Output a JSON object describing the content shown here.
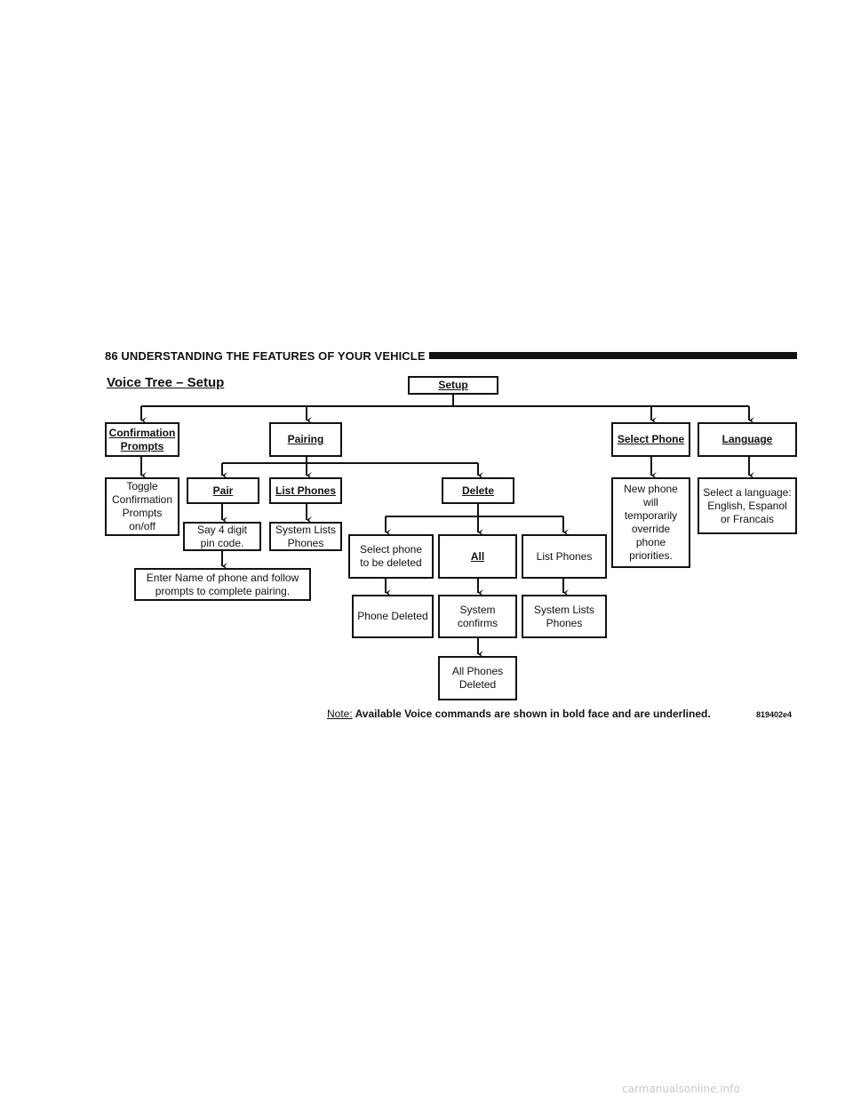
{
  "header": {
    "text": "86   UNDERSTANDING THE FEATURES OF YOUR VEHICLE"
  },
  "diagram": {
    "title": "Voice Tree – Setup",
    "nodes": {
      "setup": "Setup",
      "confirmation_prompts": "Confirmation\n     Prompts",
      "pairing": "Pairing",
      "select_phone": "Select Phone",
      "language": "Language",
      "toggle_confirmation": "Toggle\nConfirmation\n   Prompts\n   on/off",
      "pair": "Pair",
      "list_phones_cmd": "List Phones",
      "delete": "Delete",
      "new_phone_override": "New phone\n     will\ntemporarily\n   override\n    phone\npriorities.",
      "select_language": "Select a language:\n  English, Espanol\n      or Francais",
      "say_pin": "Say 4 digit\n  pin code.",
      "system_lists_phones_1": "System Lists\n     Phones",
      "select_phone_delete": "Select phone\nto be deleted",
      "all": "All",
      "list_phones": "List Phones",
      "enter_name": "Enter Name of phone and follow\n     prompts to complete pairing.",
      "phone_deleted": "Phone Deleted",
      "system_confirms": "System\nconfirms",
      "system_lists_phones_2": "System Lists\n     Phones",
      "all_phones_deleted": "All Phones\n   Deleted"
    },
    "note_label": "Note:",
    "note_text": " Available Voice commands are shown in bold face and are underlined.",
    "figure_code": "819402e4"
  },
  "watermark": "carmanualsonline.info"
}
